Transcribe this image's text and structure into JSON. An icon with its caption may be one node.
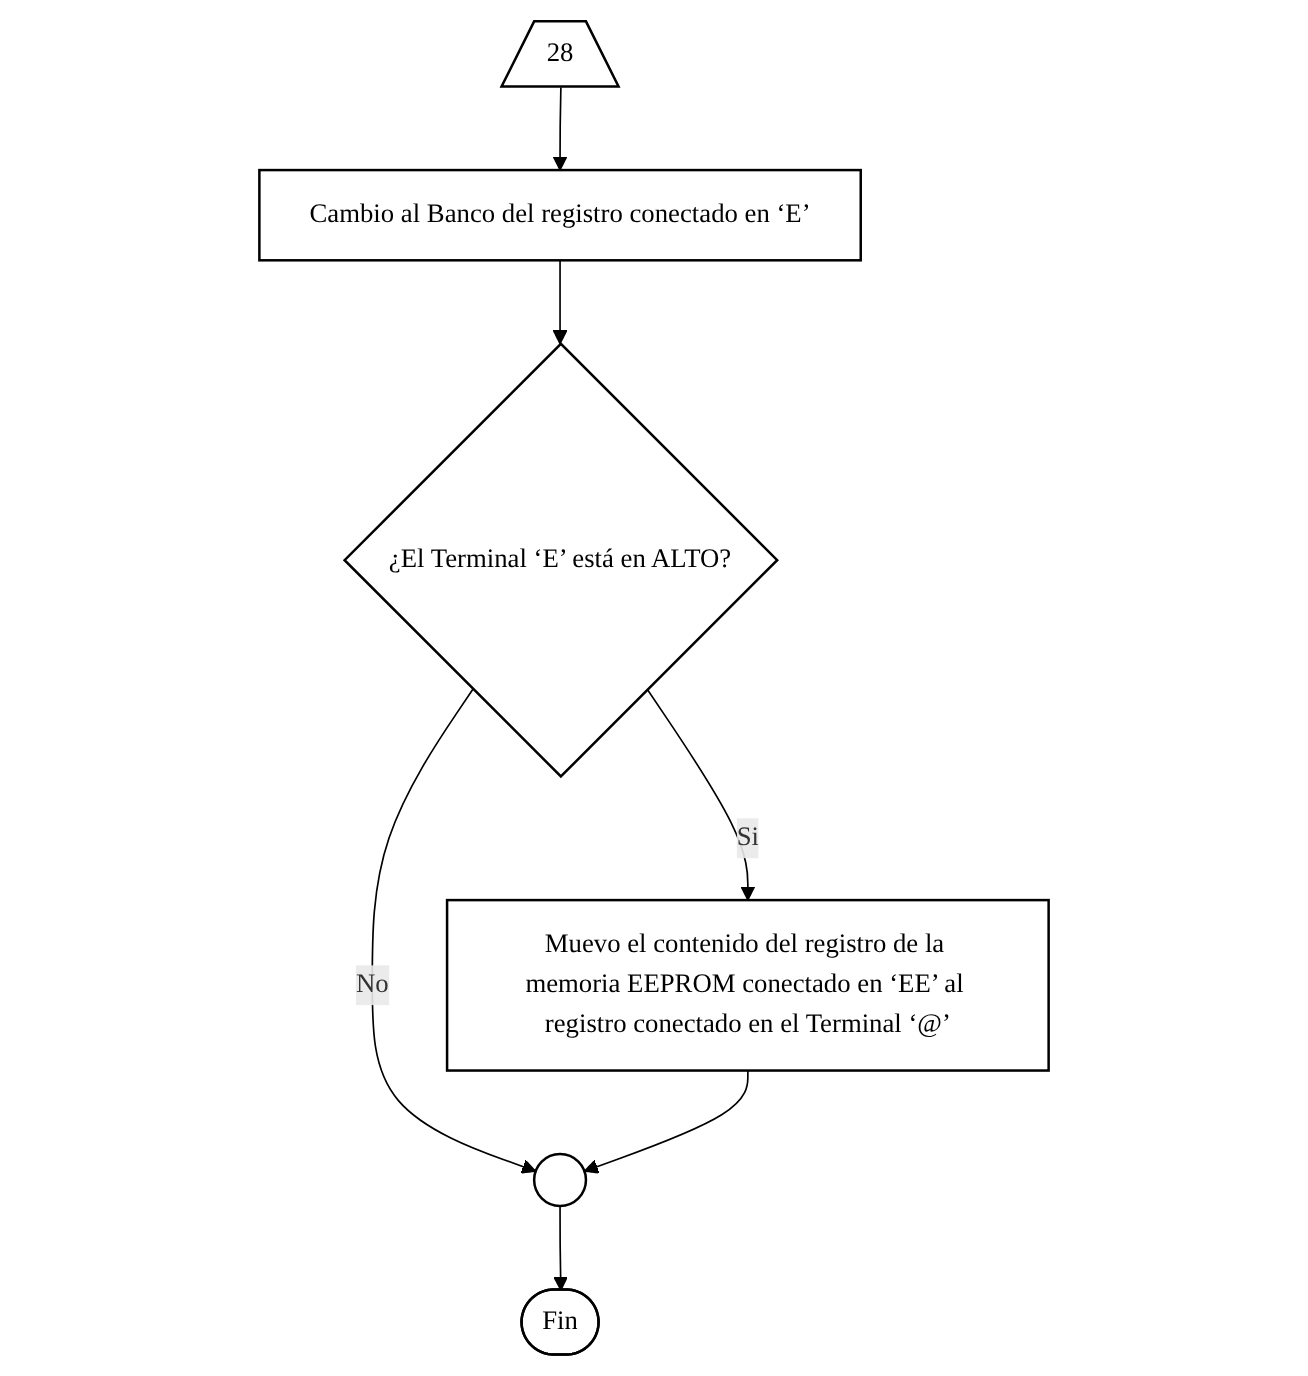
{
  "diagram": {
    "nodes": [
      {
        "text": [
          "28"
        ]
      },
      {
        "text": [
          "Cambio al Banco del registro conectado en ‘E’"
        ]
      },
      {
        "text": [
          "¿El Terminal ‘E’ está en ALTO?"
        ]
      },
      {
        "text": [
          "Muevo el contenido del registro de la memoria EEPROM conectado en ‘EE’ al registro conectado en el Terminal ‘@’"
        ]
      },
      {
        "text": [],
        "shape": "circle"
      },
      {
        "text": [
          "Fin"
        ]
      }
    ],
    "edges": [
      {
        "from": 0,
        "to": 1,
        "arrow": "to"
      },
      {
        "from": 1,
        "to": 2,
        "arrow": "to"
      },
      {
        "from": 2,
        "to": 3,
        "arrow": "to",
        "label": "Si"
      },
      {
        "from": 2,
        "to": 4,
        "arrow": "to",
        "label": "No"
      },
      {
        "from": 3,
        "to": 4,
        "arrow": "to"
      },
      {
        "from": 4,
        "to": 5,
        "arrow": "to"
      }
    ]
  }
}
